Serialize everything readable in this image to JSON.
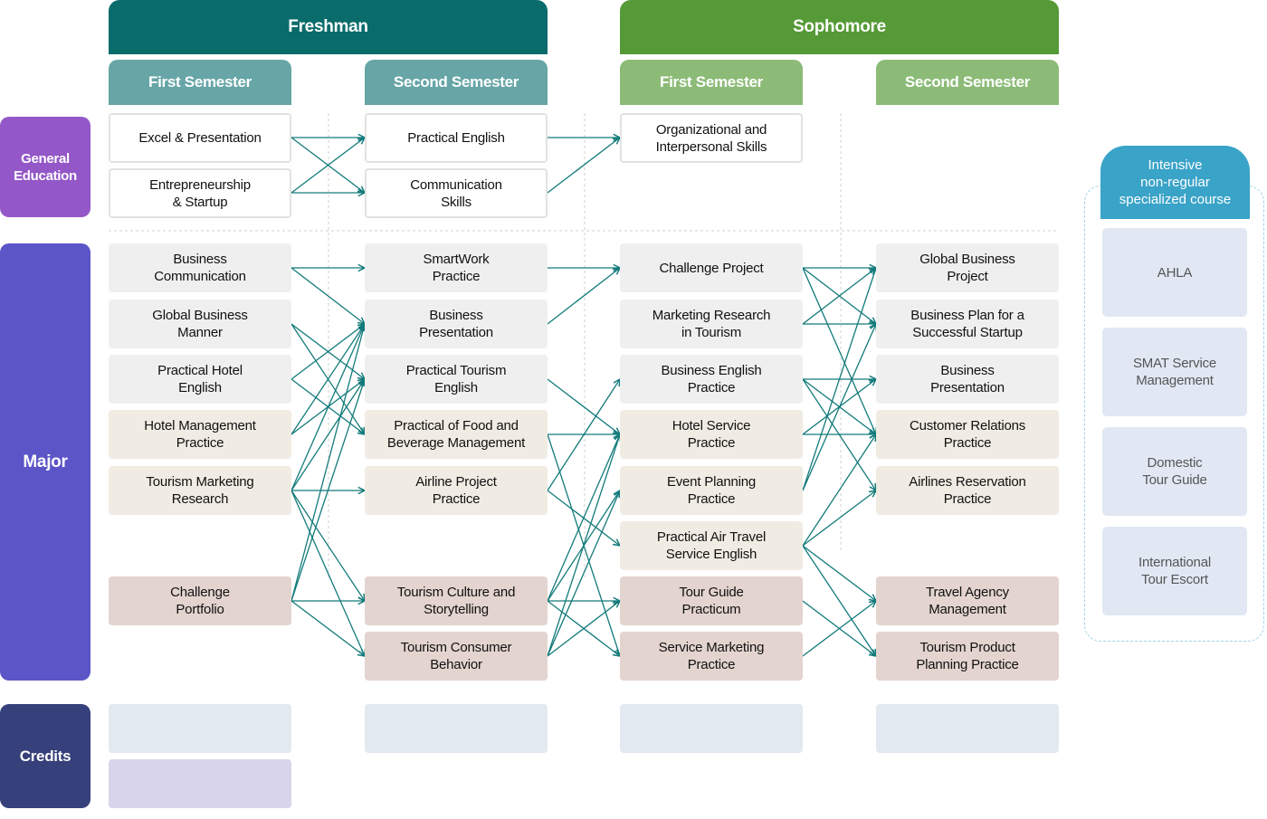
{
  "years": {
    "freshman": "Freshman",
    "sophomore": "Sophomore"
  },
  "semesters": {
    "fr_first": "First Semester",
    "fr_second": "Second Semester",
    "so_first": "First Semester",
    "so_second": "Second Semester"
  },
  "rows": {
    "general": "General\nEducation",
    "major": "Major",
    "credits": "Credits"
  },
  "general_education": {
    "fr1": [
      "Excel & Presentation",
      "Entrepreneurship\n& Startup"
    ],
    "fr2": [
      "Practical English",
      "Communication\nSkills"
    ],
    "so1": [
      "Organizational and\nInterpersonal Skills"
    ]
  },
  "major": {
    "fr1": [
      "Business\nCommunication",
      "Global Business\nManner",
      "Practical Hotel\nEnglish",
      "Hotel Management\nPractice",
      "Tourism Marketing\nResearch",
      "Challenge\nPortfolio"
    ],
    "fr2": [
      "SmartWork\nPractice",
      "Business\nPresentation",
      "Practical Tourism\nEnglish",
      "Practical of Food and\nBeverage Management",
      "Airline Project\nPractice",
      "Tourism Culture and\nStorytelling",
      "Tourism Consumer\nBehavior"
    ],
    "so1": [
      "Challenge Project",
      "Marketing Research\nin Tourism",
      "Business English\nPractice",
      "Hotel Service\nPractice",
      "Event Planning\nPractice",
      "Practical Air Travel\nService English",
      "Tour Guide\nPracticum",
      "Service Marketing\nPractice"
    ],
    "so2": [
      "Global Business\nProject",
      "Business Plan for a\nSuccessful Startup",
      "Business\nPresentation",
      "Customer Relations\nPractice",
      "Airlines Reservation\nPractice",
      "Travel Agency\nManagement",
      "Tourism Product\nPlanning Practice"
    ]
  },
  "intensive": {
    "title": "Intensive\nnon-regular\nspecialized course",
    "items": [
      "AHLA",
      "SMAT Service\nManagement",
      "Domestic\nTour Guide",
      "International\nTour Escort"
    ]
  },
  "colors": {
    "freshman": "#0a6b6b",
    "sophomore": "#559a36",
    "fr_sem": "#67a5a7",
    "so_sem": "#8cbb78",
    "general": "#9357c7",
    "major": "#5b55c7",
    "credits": "#36407a",
    "intensive_header": "#3aa3c8",
    "arrow": "#137a7a"
  }
}
